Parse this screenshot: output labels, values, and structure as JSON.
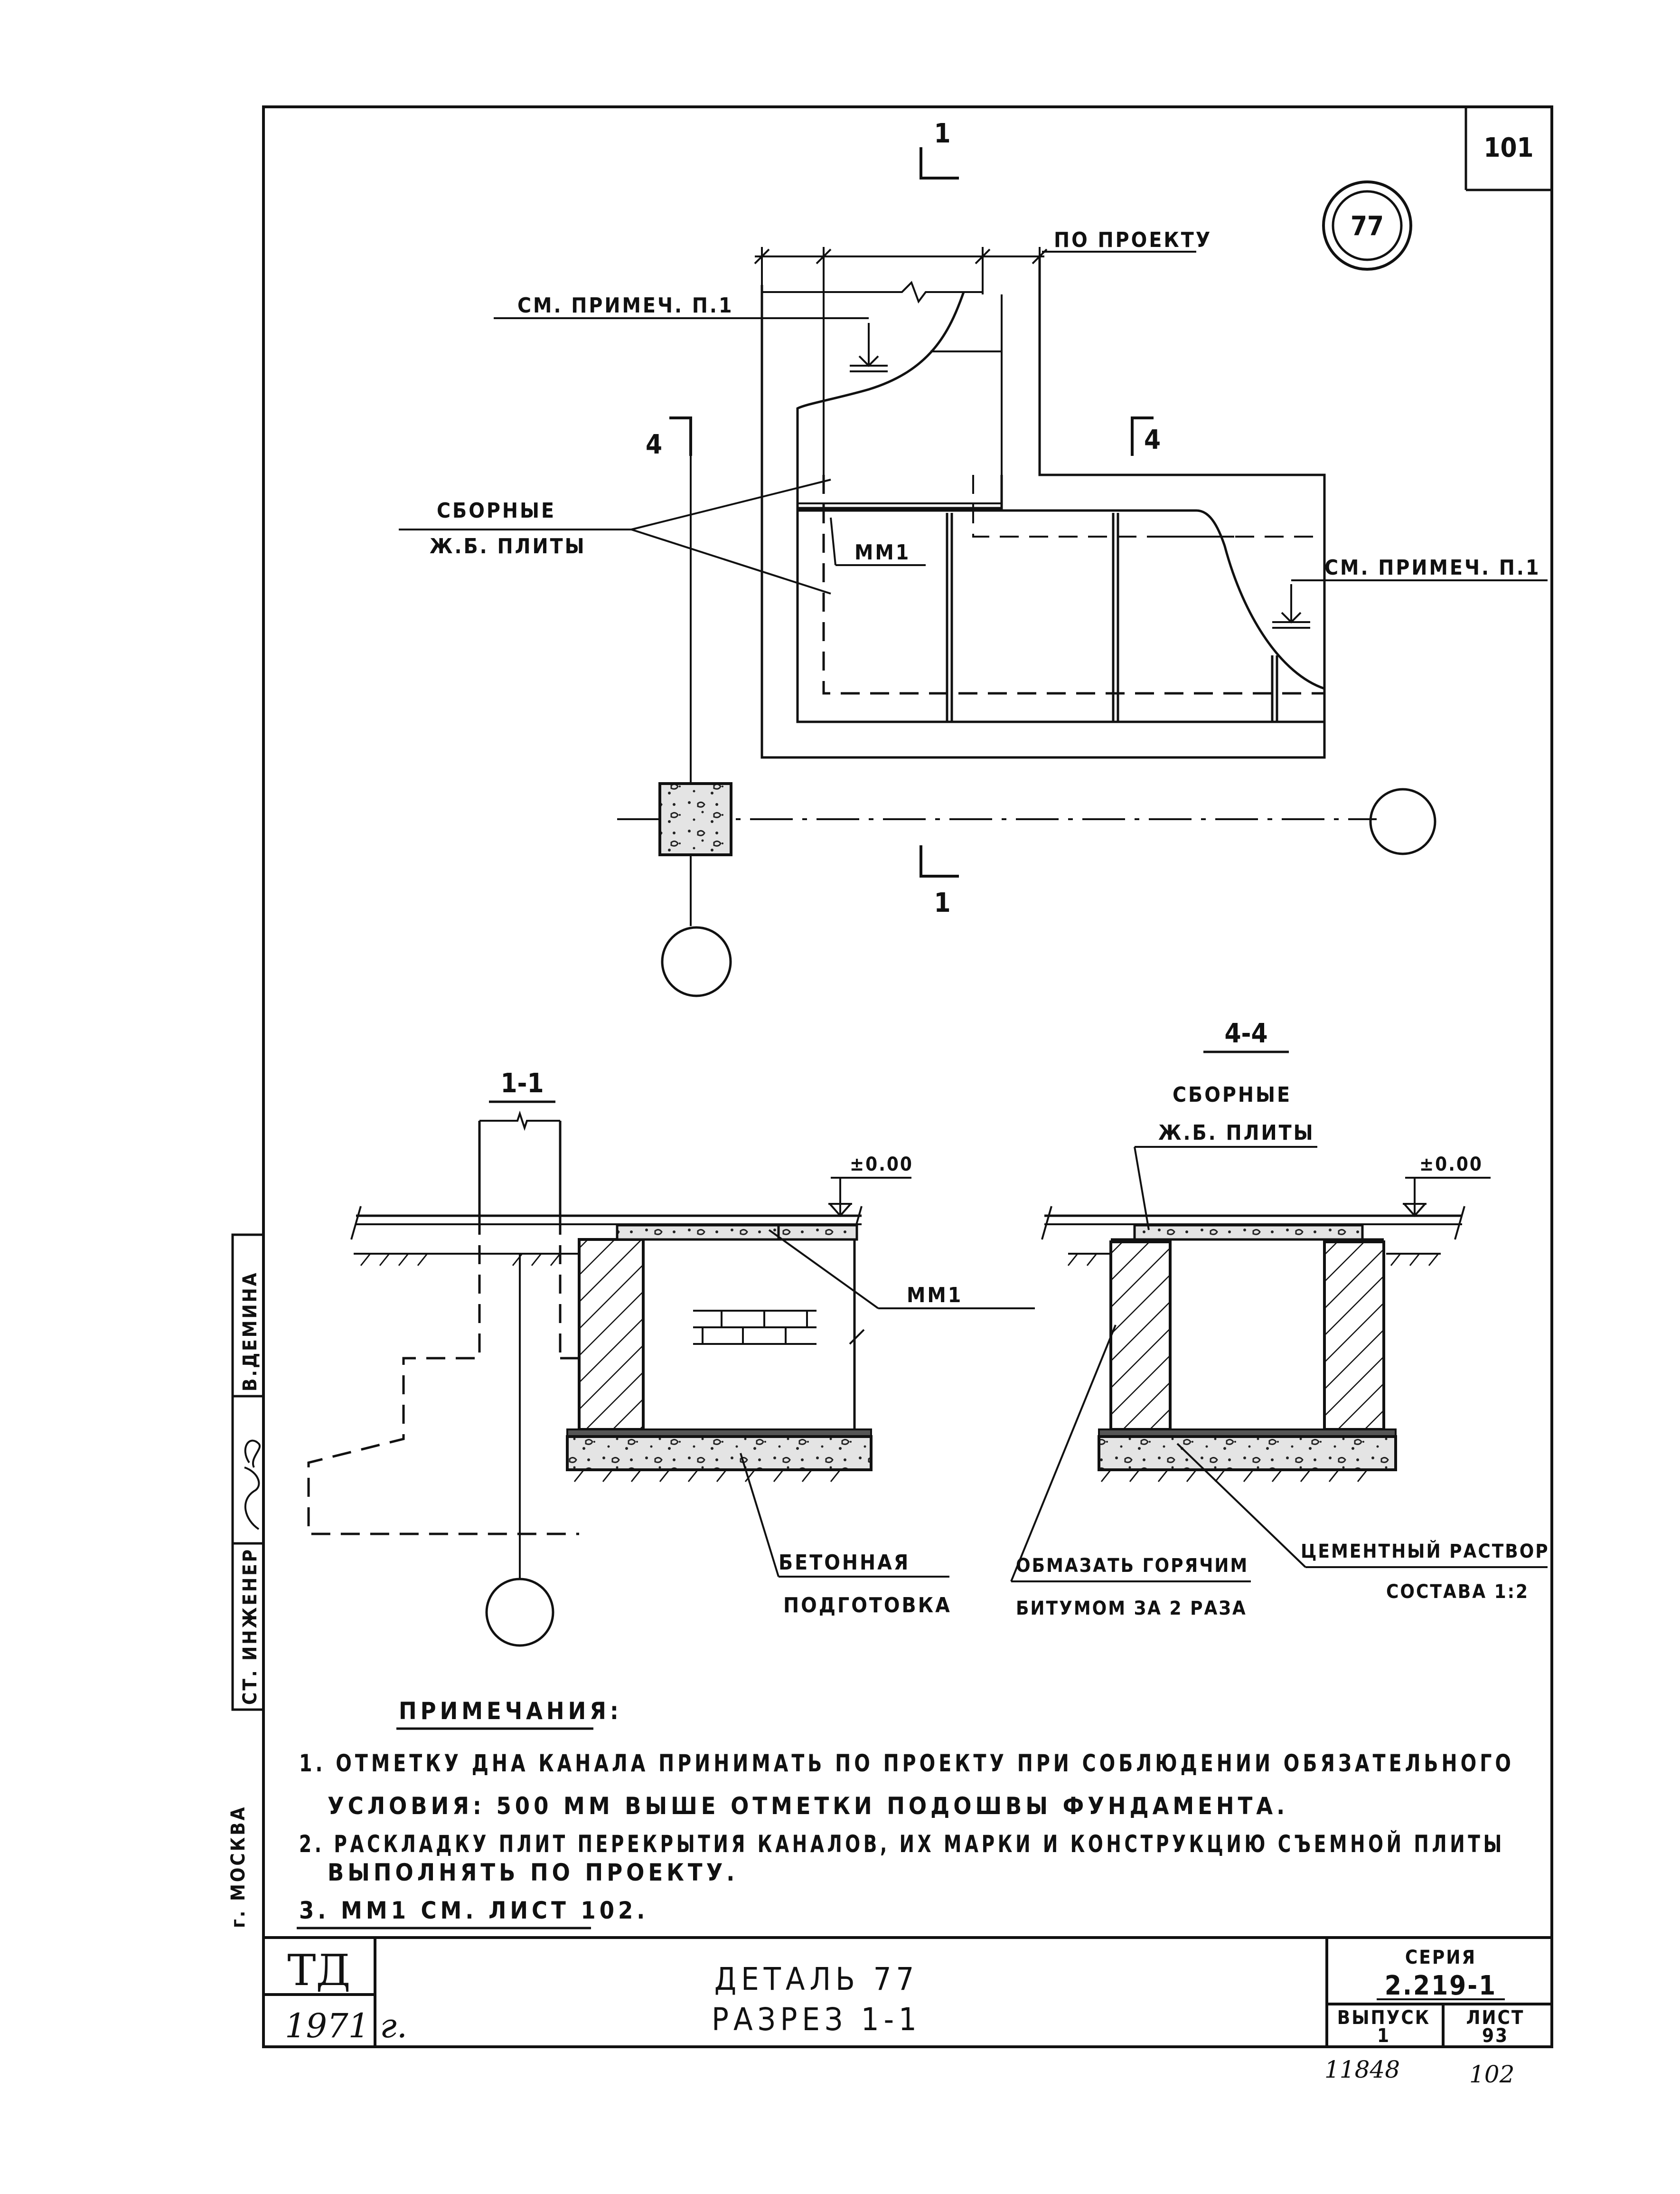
{
  "sheet_number_top": "101",
  "detail_marker": "77",
  "plan": {
    "label_by_project": "ПО ПРОЕКТУ",
    "label_see_note_left": "СМ. ПРИМЕЧ. П.1",
    "label_see_note_right": "СМ. ПРИМЕЧ. П.1",
    "label_precast_line1": "СБОРНЫЕ",
    "label_precast_line2": "Ж.Б. ПЛИТЫ",
    "label_mm1": "ММ1",
    "cut_1_top": "1",
    "cut_1_bottom": "1",
    "cut_4_left": "4",
    "cut_4_right": "4"
  },
  "section_1_1": {
    "title": "1-1",
    "level": "±0.00",
    "label_mm1": "ММ1",
    "label_concrete_line1": "БЕТОННАЯ",
    "label_concrete_line2": "ПОДГОТОВКА"
  },
  "section_4_4": {
    "title": "4-4",
    "label_precast_line1": "СБОРНЫЕ",
    "label_precast_line2": "Ж.Б. ПЛИТЫ",
    "level": "±0.00",
    "label_bitumen_line1": "ОБМАЗАТЬ ГОРЯЧИМ",
    "label_bitumen_line2": "БИТУМОМ ЗА 2 РАЗА",
    "label_mortar_line1": "ЦЕМЕНТНЫЙ РАСТВОР",
    "label_mortar_line2": "СОСТАВА 1:2"
  },
  "notes": {
    "heading": "ПРИМЕЧАНИЯ:",
    "line1": "1. ОТМЕТКУ ДНА КАНАЛА ПРИНИМАТЬ ПО ПРОЕКТУ ПРИ СОБЛЮДЕНИИ ОБЯЗАТЕЛЬНОГО",
    "line2": "УСЛОВИЯ: 500 ММ ВЫШЕ ОТМЕТКИ ПОДОШВЫ ФУНДАМЕНТА.",
    "line3": "2. РАСКЛАДКУ ПЛИТ ПЕРЕКРЫТИЯ КАНАЛОВ, ИХ МАРКИ И КОНСТРУКЦИЮ СЪЕМНОЙ ПЛИТЫ",
    "line4": "ВЫПОЛНЯТЬ ПО ПРОЕКТУ.",
    "line5": "3. ММ1 СМ. ЛИСТ 102."
  },
  "side_stamp": {
    "role_chief_engineer": "СТ. ИНЖЕНЕР",
    "name": "В.ДЕМИНА",
    "city": "г. МОСКВА"
  },
  "title_block": {
    "logo": "ТД",
    "year": "1971 г.",
    "title_line1": "ДЕТАЛЬ 77",
    "title_line2": "РАЗРЕЗ 1-1",
    "series_label": "СЕРИЯ",
    "series_value": "2.219-1",
    "issue_label": "ВЫПУСК",
    "issue_value": "1",
    "sheet_label": "ЛИСТ",
    "sheet_value": "93"
  },
  "footer": {
    "inventory_number": "11848",
    "page_number": "102"
  }
}
